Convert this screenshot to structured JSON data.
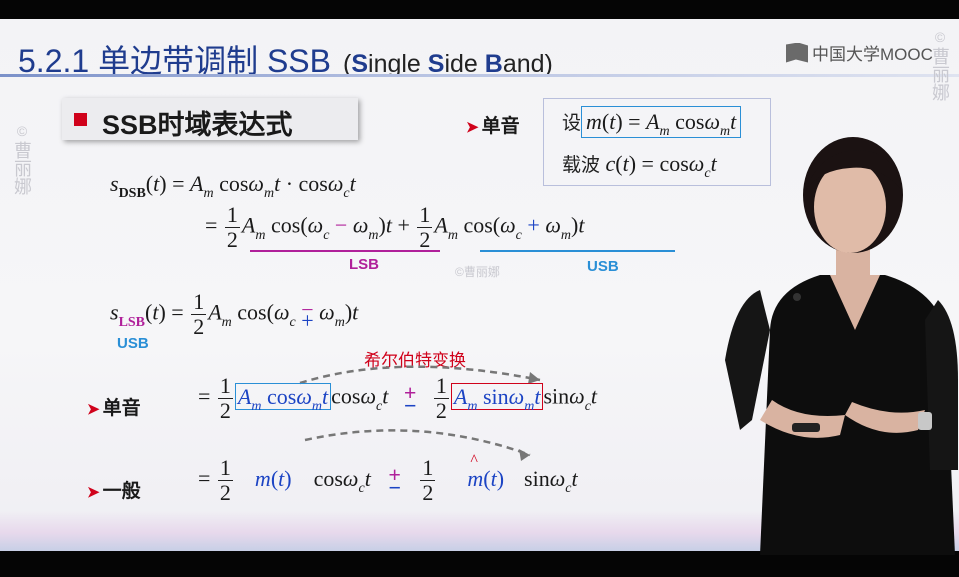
{
  "slide": {
    "title_main": "5.2.1 单边带调制 SSB",
    "title_sub_open": "(",
    "title_sub_S1": "S",
    "title_sub_ingle": "ingle ",
    "title_sub_S2": "S",
    "title_sub_ide": "ide ",
    "title_sub_B": "B",
    "title_sub_and": "and)",
    "logo_text": "中国大学MOOC",
    "watermark_right": "曹丽娜",
    "watermark_left": "曹丽娜",
    "watermark_center": "©曹丽娜",
    "section_title": "SSB时域表达式",
    "single_tone_label": "单音",
    "general_label": "一般",
    "set_label": "设",
    "carrier_label": "载波",
    "hilbert_label": "希尔伯特变换",
    "lsb_tag": "LSB",
    "usb_tag": "USB",
    "usb_tag_left": "USB"
  },
  "colors": {
    "title": "#1f3c8e",
    "accent_red": "#d0021b",
    "lsb_magenta": "#b0209a",
    "usb_blue": "#2a8fd6",
    "box_blue": "#2a8fd6",
    "box_red": "#d0021b"
  }
}
